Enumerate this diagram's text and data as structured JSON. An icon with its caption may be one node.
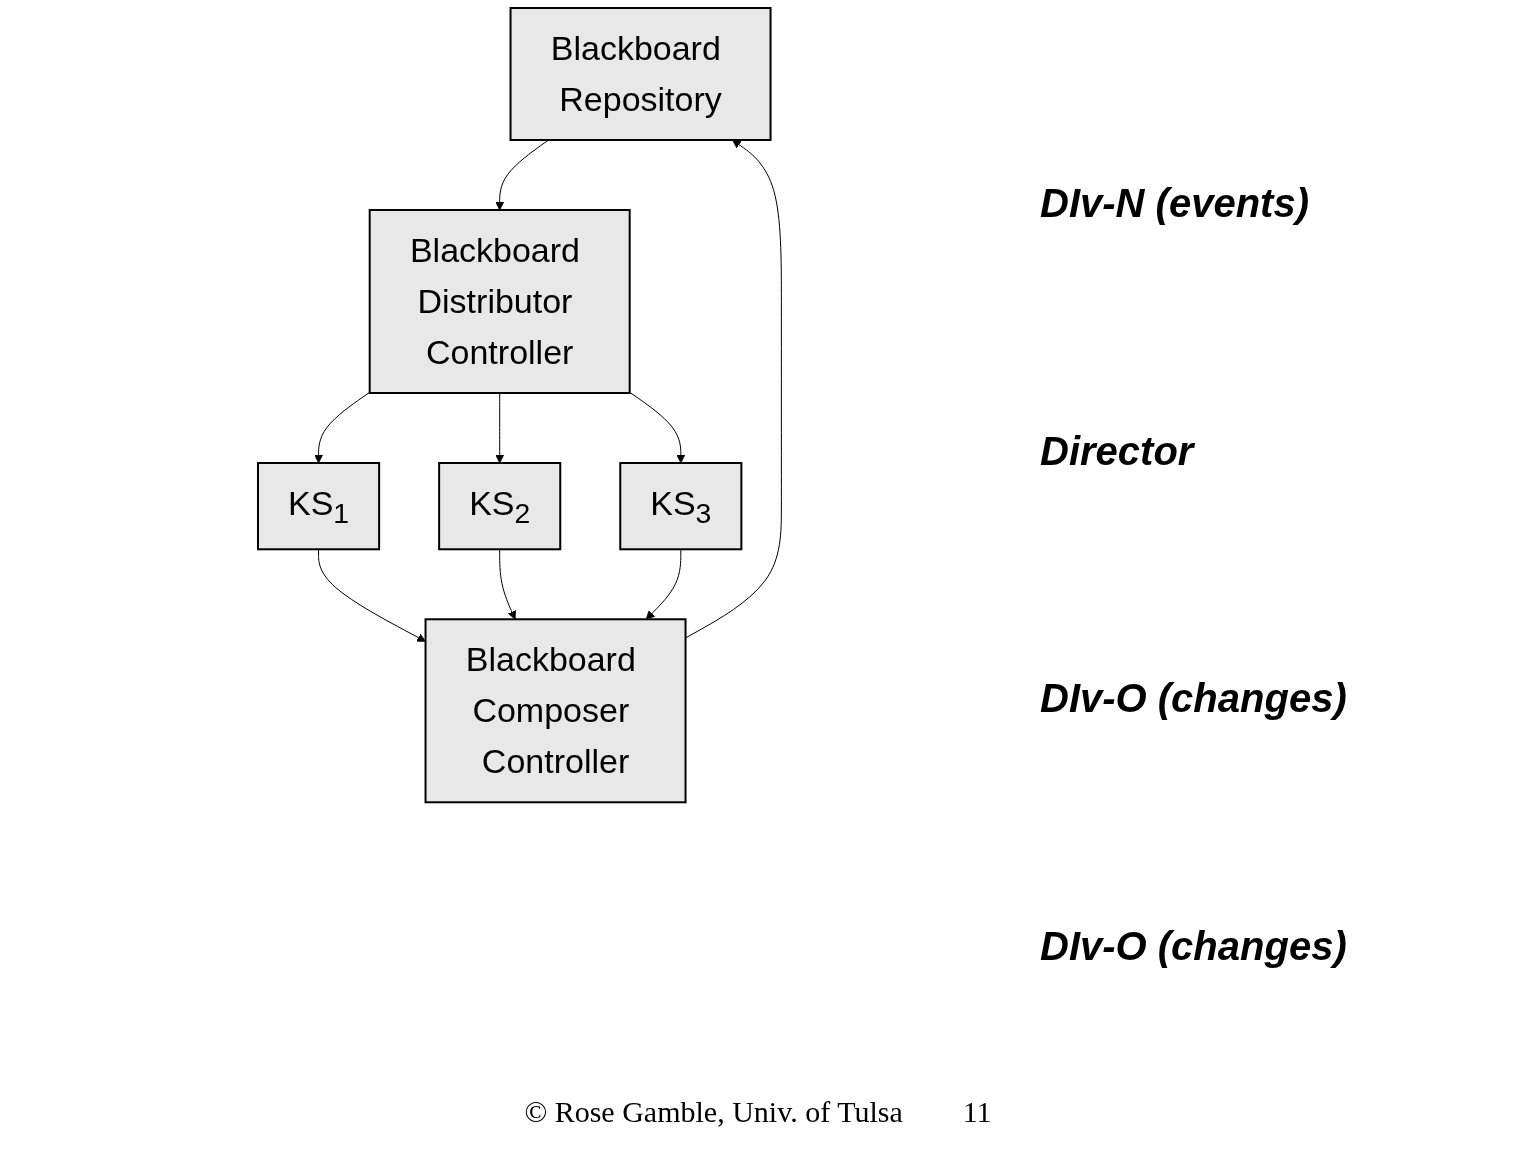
{
  "diagram": {
    "nodes": [
      {
        "text": [
          "Blackboard Repository"
        ]
      },
      {
        "text": [
          "Blackboard Distributor Controller"
        ]
      },
      {
        "text": [
          "KS$_{1}$"
        ]
      },
      {
        "text": [
          "KS$_{2}$"
        ]
      },
      {
        "text": [
          "KS$_{3}$"
        ]
      },
      {
        "text": [
          "Blackboard Composer Controller"
        ]
      }
    ],
    "edges": [
      {
        "from": 0,
        "to": 1,
        "arrow": "to"
      },
      {
        "from": 1,
        "to": 2,
        "arrow": "to"
      },
      {
        "from": 1,
        "to": 3,
        "arrow": "to"
      },
      {
        "from": 1,
        "to": 4,
        "arrow": "to"
      },
      {
        "from": 2,
        "to": 5,
        "arrow": "to"
      },
      {
        "from": 3,
        "to": 5,
        "arrow": "to"
      },
      {
        "from": 4,
        "to": 5,
        "arrow": "to"
      },
      {
        "from": 5,
        "to": 0,
        "arrow": "to"
      }
    ],
    "labels": [
      "DIv-N (events)",
      "Director",
      "DIv-O (changes)",
      "DIv-O (changes)",
      "© Rose Gamble, Univ. of Tulsa",
      "11"
    ]
  }
}
